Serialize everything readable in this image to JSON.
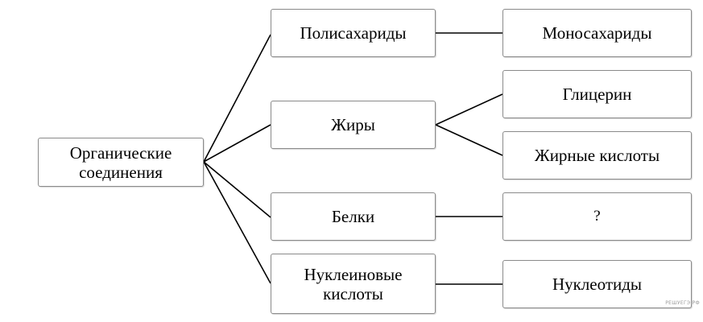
{
  "diagram": {
    "root": "Органические\nсоединения",
    "classes": {
      "polysaccharides": "Полисахариды",
      "fats": "Жиры",
      "proteins": "Белки",
      "nucleic_acids": "Нуклеиновые\nкислоты"
    },
    "monomers": {
      "monosaccharides": "Моносахариды",
      "glycerol": "Глицерин",
      "fatty_acids": "Жирные кислоты",
      "unknown": "?",
      "nucleotides": "Нуклеотиды"
    },
    "edges": [
      [
        "root",
        "polysaccharides"
      ],
      [
        "root",
        "fats"
      ],
      [
        "root",
        "proteins"
      ],
      [
        "root",
        "nucleic_acids"
      ],
      [
        "polysaccharides",
        "monosaccharides"
      ],
      [
        "fats",
        "glycerol"
      ],
      [
        "fats",
        "fatty_acids"
      ],
      [
        "proteins",
        "unknown"
      ],
      [
        "nucleic_acids",
        "nucleotides"
      ]
    ],
    "line_color": "#000000",
    "border_color": "#8a8a8a"
  },
  "watermark": "РЕШУЕГЭ.РФ"
}
